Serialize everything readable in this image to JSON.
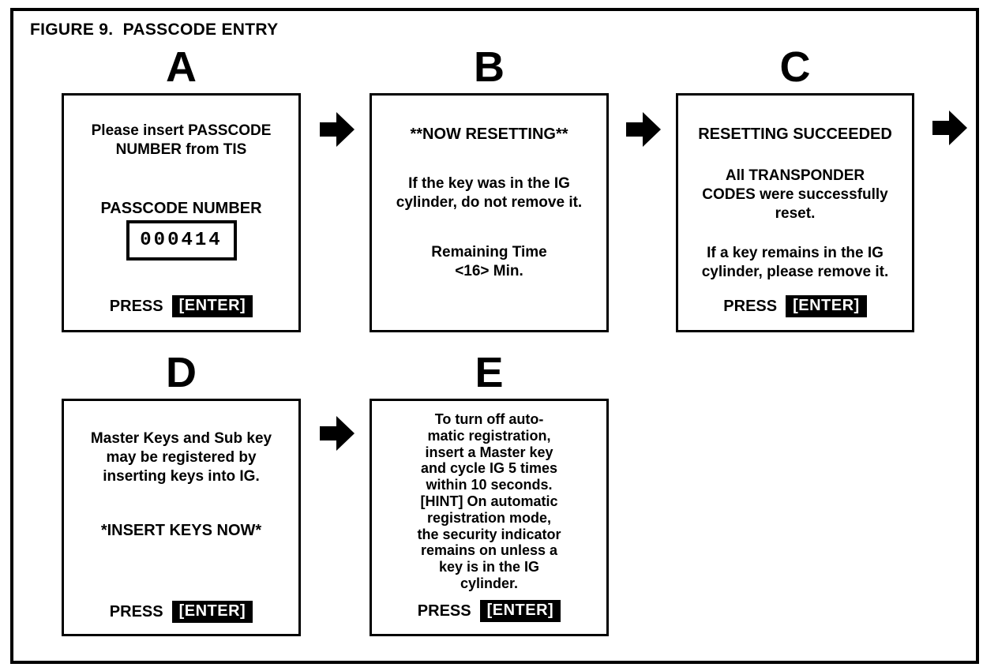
{
  "figure_title": "FIGURE 9.  PASSCODE ENTRY",
  "colors": {
    "ink": "#000000",
    "paper": "#ffffff"
  },
  "panels": {
    "a": {
      "label": "A",
      "intro": "Please insert PASSCODE\nNUMBER from TIS",
      "passcode_heading": "PASSCODE NUMBER",
      "passcode_value": "000414",
      "press": "PRESS",
      "enter": "[ENTER]"
    },
    "b": {
      "label": "B",
      "title": "**NOW RESETTING**",
      "para1": "If the key was in the IG\ncylinder, do not remove it.",
      "para2": "Remaining Time\n<16> Min."
    },
    "c": {
      "label": "C",
      "title": "RESETTING SUCCEEDED",
      "para1": "All TRANSPONDER\nCODES were successfully\nreset.",
      "para2": "If a key remains in the IG\ncylinder, please remove it.",
      "press": "PRESS",
      "enter": "[ENTER]"
    },
    "d": {
      "label": "D",
      "para1": "Master Keys and Sub key\nmay be registered by\ninserting keys into IG.",
      "para2": "*INSERT KEYS NOW*",
      "press": "PRESS",
      "enter": "[ENTER]"
    },
    "e": {
      "label": "E",
      "body": "To turn off auto-\nmatic registration,\ninsert a Master key\nand cycle IG 5 times\nwithin 10 seconds.\n[HINT] On automatic\nregistration mode,\nthe security indicator\nremains on unless a\nkey is in the IG\ncylinder.",
      "press": "PRESS",
      "enter": "[ENTER]"
    }
  }
}
